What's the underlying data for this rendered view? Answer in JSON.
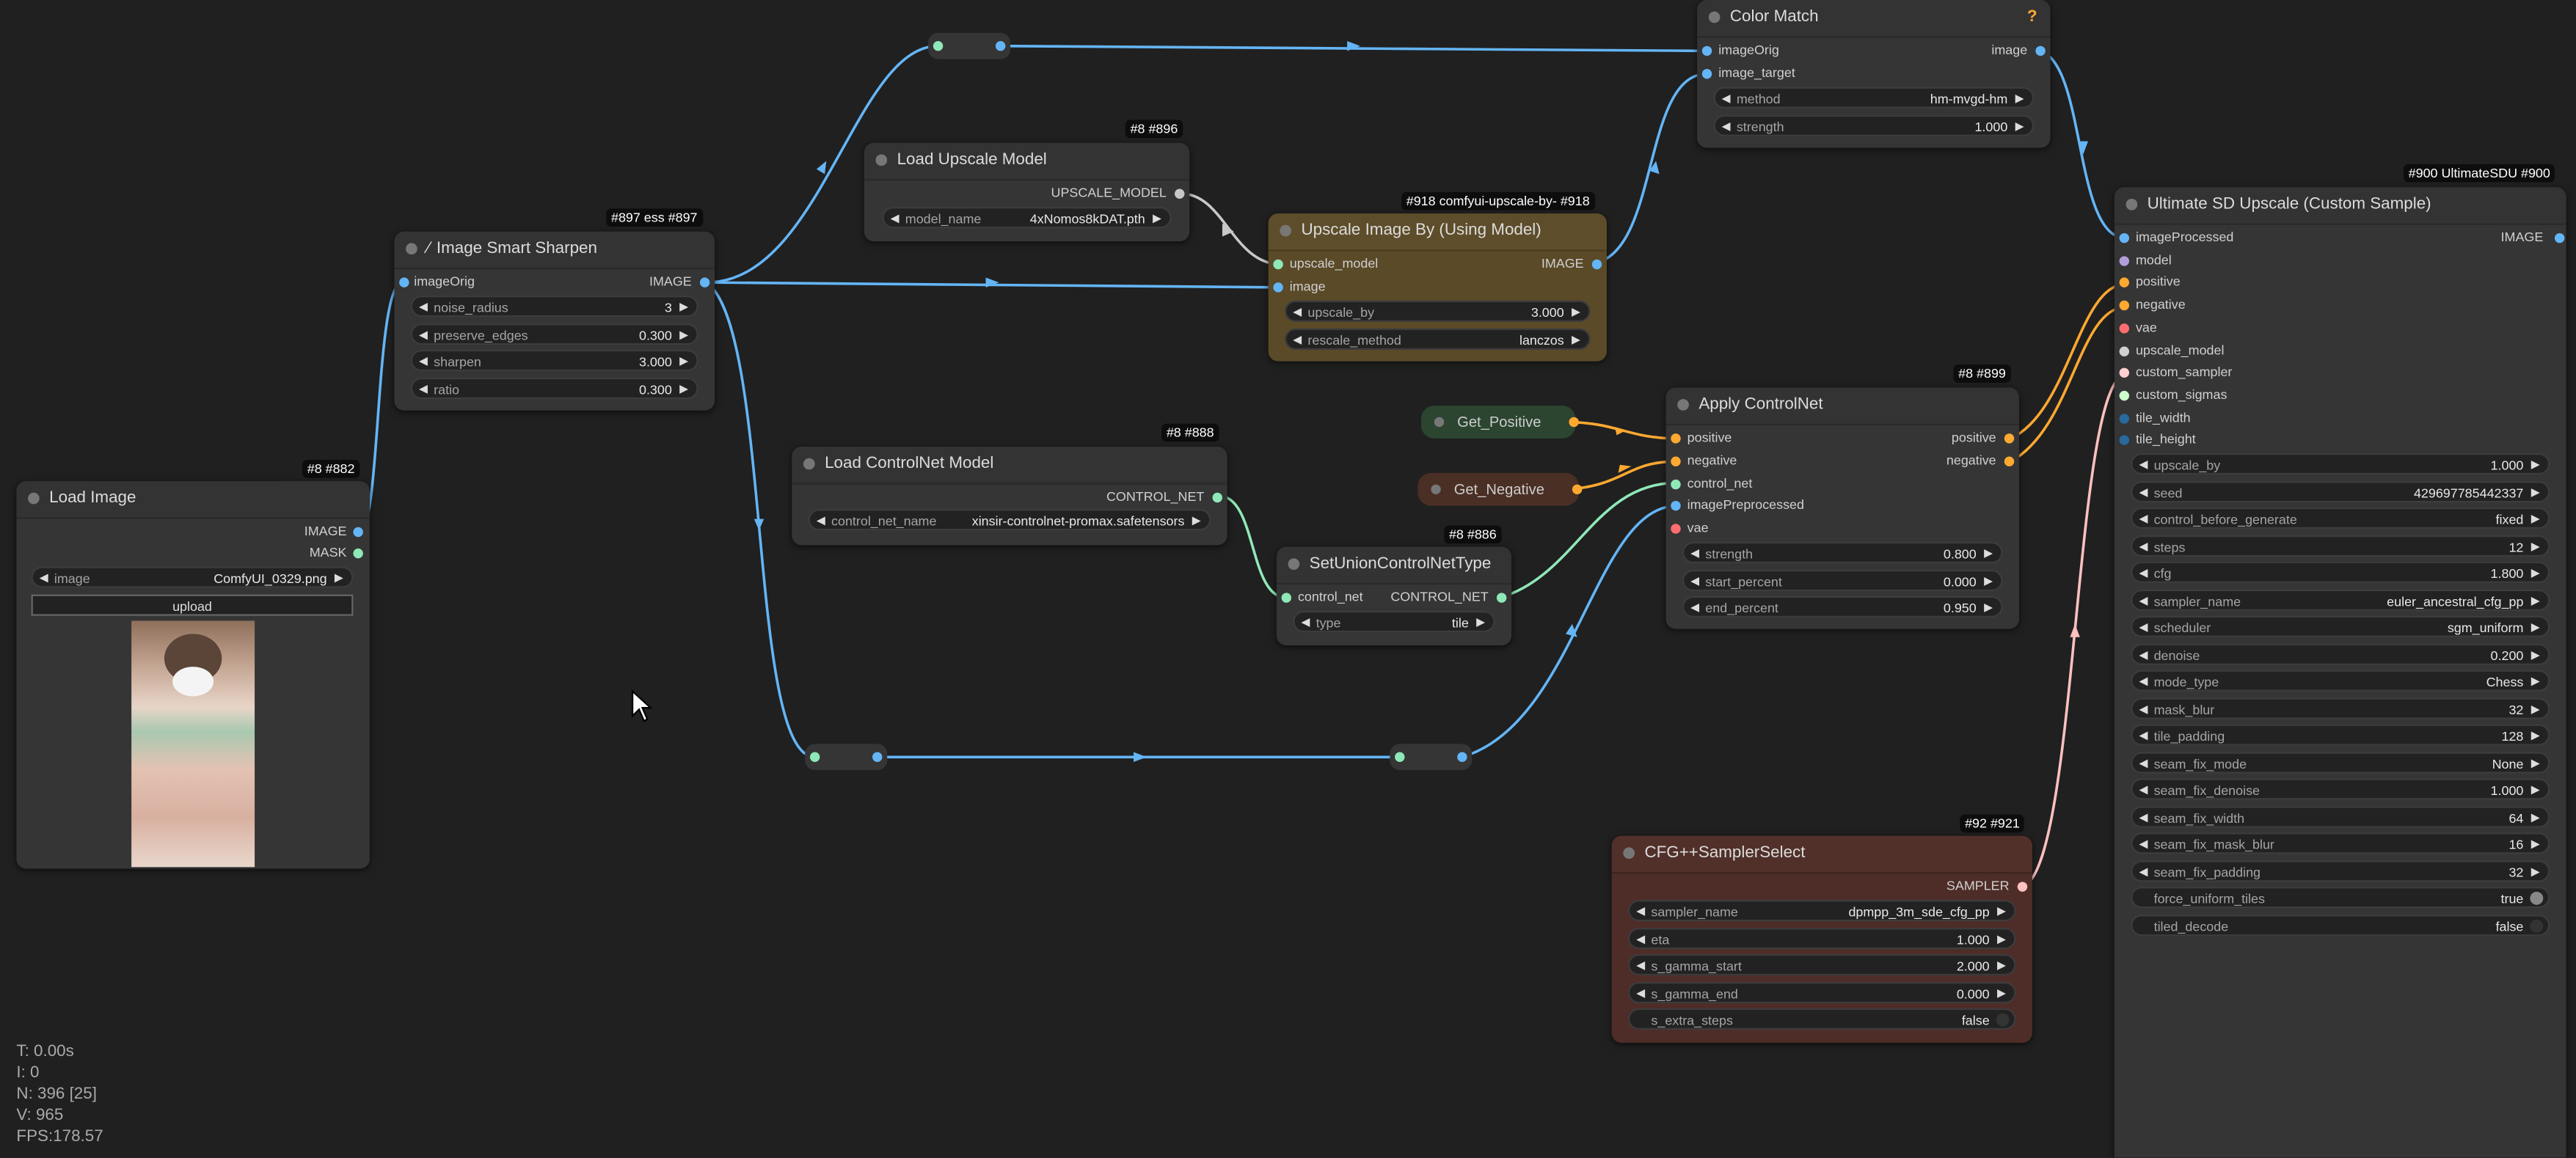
{
  "colors": {
    "image": "#64b5f6",
    "model": "#b39ddb",
    "positive": "#ffa931",
    "vae": "#ff6e6e",
    "control_net": "#8fe8b8",
    "upscale_model": "#d0d0d0",
    "sampler": "#ffd0d0",
    "sigmas": "#cdffcd",
    "int": "#29699c"
  },
  "load_image": {
    "badge": "#8  #882",
    "title": "Load Image",
    "out_image": "IMAGE",
    "out_mask": "MASK",
    "w_image_label": "image",
    "w_image_value": "ComfyUI_0329.png",
    "upload_label": "upload"
  },
  "smart_sharpen": {
    "badge": "#897 ess  #897",
    "title": "Image Smart Sharpen",
    "in_image": "imageOrig",
    "out_image": "IMAGE",
    "w": [
      {
        "label": "noise_radius",
        "value": "3"
      },
      {
        "label": "preserve_edges",
        "value": "0.300"
      },
      {
        "label": "sharpen",
        "value": "3.000"
      },
      {
        "label": "ratio",
        "value": "0.300"
      }
    ]
  },
  "load_upscale": {
    "badge": "#8  #896",
    "title": "Load Upscale Model",
    "out": "UPSCALE_MODEL",
    "w_label": "model_name",
    "w_value": "4xNomos8kDAT.pth"
  },
  "upscale_by": {
    "badge": "#918 comfyui-upscale-by-  #918",
    "title": "Upscale Image By (Using Model)",
    "in_model": "upscale_model",
    "in_image": "image",
    "out": "IMAGE",
    "w": [
      {
        "label": "upscale_by",
        "value": "3.000"
      },
      {
        "label": "rescale_method",
        "value": "lanczos"
      }
    ]
  },
  "color_match": {
    "title": "Color Match",
    "help": "?",
    "in1": "imageOrig",
    "in2": "image_target",
    "out": "image",
    "w": [
      {
        "label": "method",
        "value": "hm-mvgd-hm"
      },
      {
        "label": "strength",
        "value": "1.000"
      }
    ]
  },
  "load_controlnet": {
    "badge": "#8  #888",
    "title": "Load ControlNet Model",
    "out": "CONTROL_NET",
    "w_label": "control_net_name",
    "w_value": "xinsir-controlnet-promax.safetensors"
  },
  "set_union": {
    "badge": "#8  #886",
    "title": "SetUnionControlNetType",
    "in": "control_net",
    "out": "CONTROL_NET",
    "w_label": "type",
    "w_value": "tile"
  },
  "get_positive": {
    "title": "Get_Positive"
  },
  "get_negative": {
    "title": "Get_Negative"
  },
  "apply_controlnet": {
    "badge": "#8  #899",
    "title": "Apply ControlNet",
    "ins": [
      "positive",
      "negative",
      "control_net",
      "imagePreprocessed",
      "vae"
    ],
    "outs": [
      "positive",
      "negative"
    ],
    "w": [
      {
        "label": "strength",
        "value": "0.800"
      },
      {
        "label": "start_percent",
        "value": "0.000"
      },
      {
        "label": "end_percent",
        "value": "0.950"
      }
    ]
  },
  "cfg_sampler": {
    "badge": "#92  #921",
    "title": "CFG++SamplerSelect",
    "out": "SAMPLER",
    "w": [
      {
        "label": "sampler_name",
        "value": "dpmpp_3m_sde_cfg_pp"
      },
      {
        "label": "eta",
        "value": "1.000"
      },
      {
        "label": "s_gamma_start",
        "value": "2.000"
      },
      {
        "label": "s_gamma_end",
        "value": "0.000"
      }
    ],
    "toggle_label": "s_extra_steps",
    "toggle_value": "false"
  },
  "usdu": {
    "badge": "#900 UltimateSDU  #900",
    "title": "Ultimate SD Upscale (Custom Sample)",
    "out": "IMAGE",
    "ins": [
      "imageProcessed",
      "model",
      "positive",
      "negative",
      "vae",
      "upscale_model",
      "custom_sampler",
      "custom_sigmas",
      "tile_width",
      "tile_height"
    ],
    "w": [
      {
        "label": "upscale_by",
        "value": "1.000"
      },
      {
        "label": "seed",
        "value": "429697785442337"
      },
      {
        "label": "control_before_generate",
        "value": "fixed"
      },
      {
        "label": "steps",
        "value": "12"
      },
      {
        "label": "cfg",
        "value": "1.800"
      },
      {
        "label": "sampler_name",
        "value": "euler_ancestral_cfg_pp"
      },
      {
        "label": "scheduler",
        "value": "sgm_uniform"
      },
      {
        "label": "denoise",
        "value": "0.200"
      },
      {
        "label": "mode_type",
        "value": "Chess"
      },
      {
        "label": "mask_blur",
        "value": "32"
      },
      {
        "label": "tile_padding",
        "value": "128"
      },
      {
        "label": "seam_fix_mode",
        "value": "None"
      },
      {
        "label": "seam_fix_denoise",
        "value": "1.000"
      },
      {
        "label": "seam_fix_width",
        "value": "64"
      },
      {
        "label": "seam_fix_mask_blur",
        "value": "16"
      },
      {
        "label": "seam_fix_padding",
        "value": "32"
      }
    ],
    "toggles": [
      {
        "label": "force_uniform_tiles",
        "value": "true"
      },
      {
        "label": "tiled_decode",
        "value": "false"
      }
    ]
  },
  "stats": {
    "t": "T: 0.00s",
    "i": "I: 0",
    "n": "N: 396 [25]",
    "v": "V: 965",
    "fps": "FPS:178.57"
  }
}
